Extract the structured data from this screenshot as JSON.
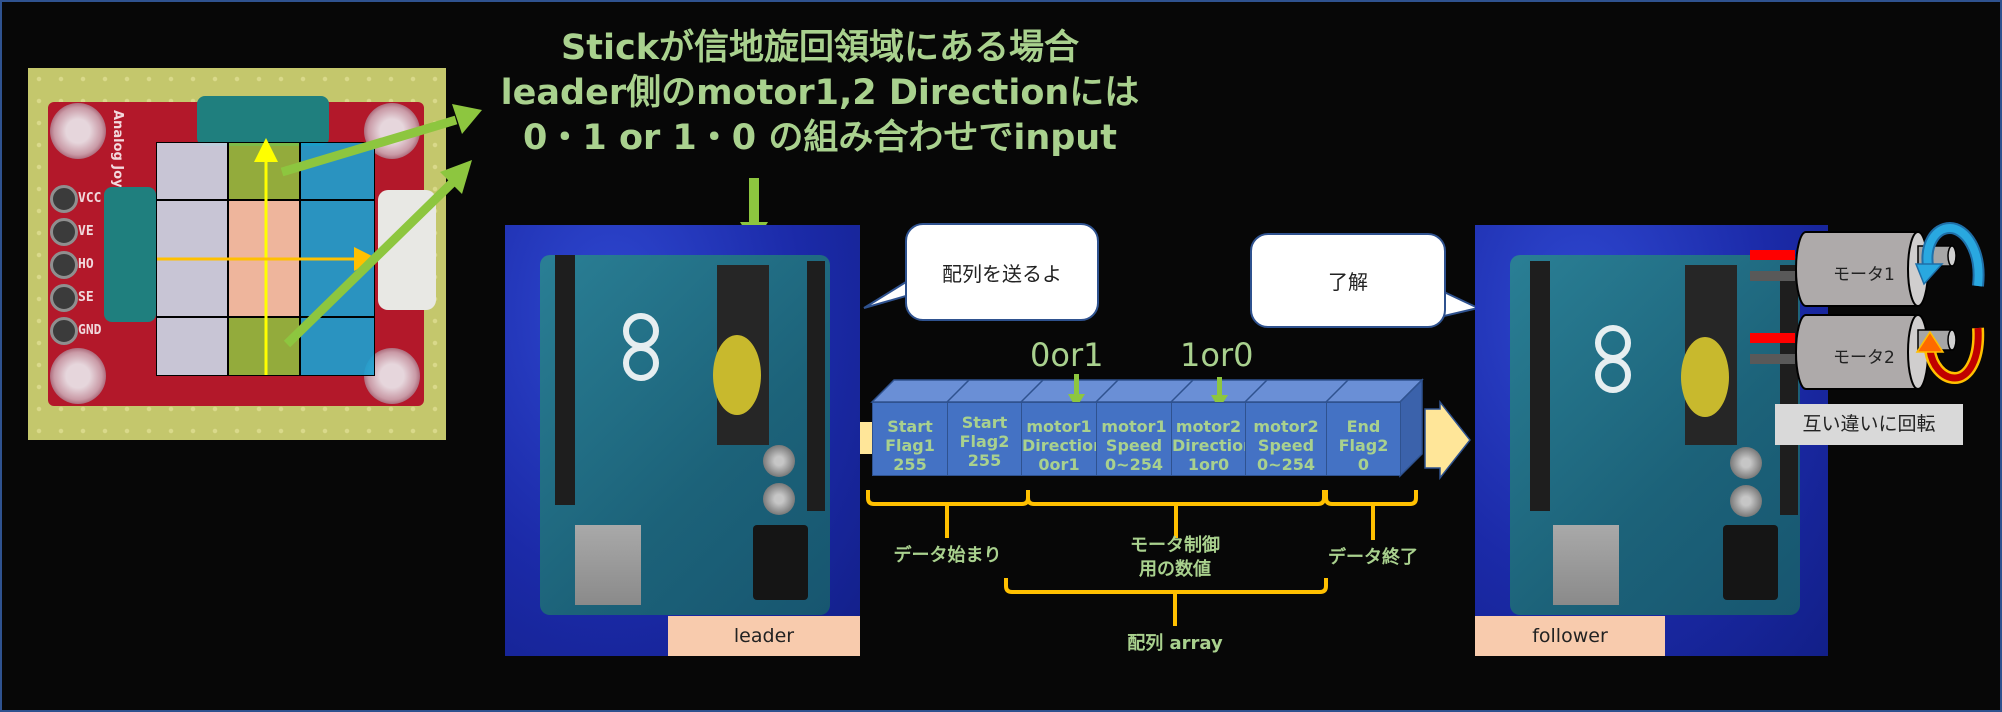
{
  "title": {
    "lines": [
      "Stickが信地旋回領域にある場合",
      "leader側のmotor1,2 Directionには",
      "0・1 or 1・0 の組み合わせでinput"
    ]
  },
  "joystick": {
    "board_label": "Analog Joystick",
    "pins": [
      "VCC",
      "VE",
      "HO",
      "SE",
      "GND"
    ],
    "grid_colors": {
      "left": "#c9d3e2",
      "center_column": "#8dc63f",
      "center": "#f4c7a8",
      "right": "#1ba1d0"
    },
    "axis_colors": {
      "vertical": "#ffff00",
      "horizontal": "#ffc000"
    }
  },
  "leader": {
    "label": "leader",
    "speech": "配列を送るよ"
  },
  "follower": {
    "label": "follower",
    "speech": "了解"
  },
  "direction_inputs": [
    "0or1",
    "1or0"
  ],
  "array": {
    "cells": [
      {
        "line1": "Start",
        "line2": "Flag1",
        "line3": "255"
      },
      {
        "line1": "Start",
        "line2": "Flag2",
        "line3": "255"
      },
      {
        "line1": "motor1",
        "line2": "Direction",
        "line3": "0or1"
      },
      {
        "line1": "motor1",
        "line2": "Speed",
        "line3": "0~254"
      },
      {
        "line1": "motor2",
        "line2": "Direction",
        "line3": "1or0"
      },
      {
        "line1": "motor2",
        "line2": "Speed",
        "line3": "0~254"
      },
      {
        "line1": "End",
        "line2": "Flag2",
        "line3": "0"
      }
    ],
    "groups": {
      "start": "データ始まり",
      "motor_line1": "モータ制御",
      "motor_line2": "用の数値",
      "end": "データ終了",
      "array": "配列 array"
    }
  },
  "motors": {
    "motor1": "モータ1",
    "motor2": "モータ2",
    "caption": "互い違いに回転"
  },
  "colors": {
    "accent_green": "#a9d18e",
    "arrow_green": "#8dc63f",
    "array_blue": "#4472c4",
    "bracket_orange": "#ffc000",
    "label_peach": "#f8cbad",
    "border_blue": "#2F528F"
  }
}
